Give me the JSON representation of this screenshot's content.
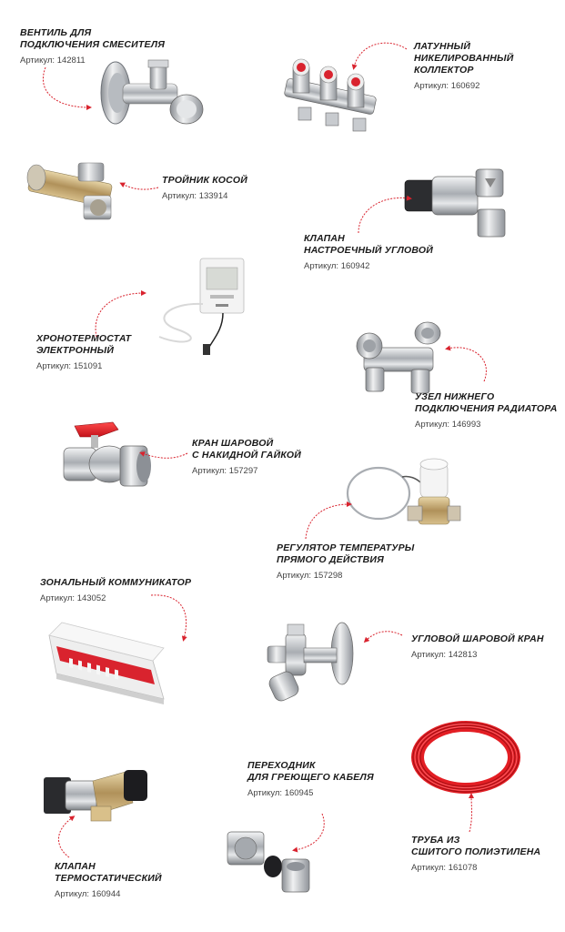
{
  "products": [
    {
      "title1": "ВЕНТИЛЬ ДЛЯ",
      "title2": "ПОДКЛЮЧЕНИЯ СМЕСИТЕЛЯ",
      "title3": "",
      "article": "Артикул: 142811"
    },
    {
      "title1": "ЛАТУННЫЙ",
      "title2": "НИКЕЛИРОВАННЫЙ",
      "title3": "КОЛЛЕКТОР",
      "article": "Артикул: 160692"
    },
    {
      "title1": "ТРОЙНИК КОСОЙ",
      "title2": "",
      "title3": "",
      "article": "Артикул: 133914"
    },
    {
      "title1": "КЛАПАН",
      "title2": "НАСТРОЕЧНЫЙ УГЛОВОЙ",
      "title3": "",
      "article": "Артикул: 160942"
    },
    {
      "title1": "ХРОНОТЕРМОСТАТ",
      "title2": "ЭЛЕКТРОННЫЙ",
      "title3": "",
      "article": "Артикул: 151091"
    },
    {
      "title1": "УЗЕЛ НИЖНЕГО",
      "title2": "ПОДКЛЮЧЕНИЯ РАДИАТОРА",
      "title3": "",
      "article": "Артикул: 146993"
    },
    {
      "title1": "КРАН ШАРОВОЙ",
      "title2": "С НАКИДНОЙ ГАЙКОЙ",
      "title3": "",
      "article": "Артикул: 157297"
    },
    {
      "title1": "РЕГУЛЯТОР ТЕМПЕРАТУРЫ",
      "title2": "ПРЯМОГО ДЕЙСТВИЯ",
      "title3": "",
      "article": "Артикул: 157298"
    },
    {
      "title1": "ЗОНАЛЬНЫЙ КОММУНИКАТОР",
      "title2": "",
      "title3": "",
      "article": "Артикул: 143052"
    },
    {
      "title1": "УГЛОВОЙ ШАРОВОЙ КРАН",
      "title2": "",
      "title3": "",
      "article": "Артикул: 142813"
    },
    {
      "title1": "ПЕРЕХОДНИК",
      "title2": "ДЛЯ ГРЕЮЩЕГО КАБЕЛЯ",
      "title3": "",
      "article": "Артикул: 160945"
    },
    {
      "title1": "ТРУБА ИЗ",
      "title2": "СШИТОГО ПОЛИЭТИЛЕНА",
      "title3": "",
      "article": "Артикул: 161078"
    },
    {
      "title1": "КЛАПАН",
      "title2": "ТЕРМОСТАТИЧЕСКИЙ",
      "title3": "",
      "article": "Артикул: 160944"
    }
  ],
  "colors": {
    "accent": "#d9232e",
    "metal": "#c9ccd0",
    "brass": "#b89a5e",
    "text": "#1a1a1a"
  },
  "icons": [
    "mixer-valve-icon",
    "manifold-icon",
    "y-strainer-icon",
    "angle-valve-icon",
    "thermostat-icon",
    "radiator-connector-icon",
    "ball-valve-icon",
    "temp-regulator-icon",
    "zone-communicator-icon",
    "angle-ball-valve-icon",
    "cable-adapter-icon",
    "pex-pipe-icon",
    "thermostatic-valve-icon"
  ]
}
